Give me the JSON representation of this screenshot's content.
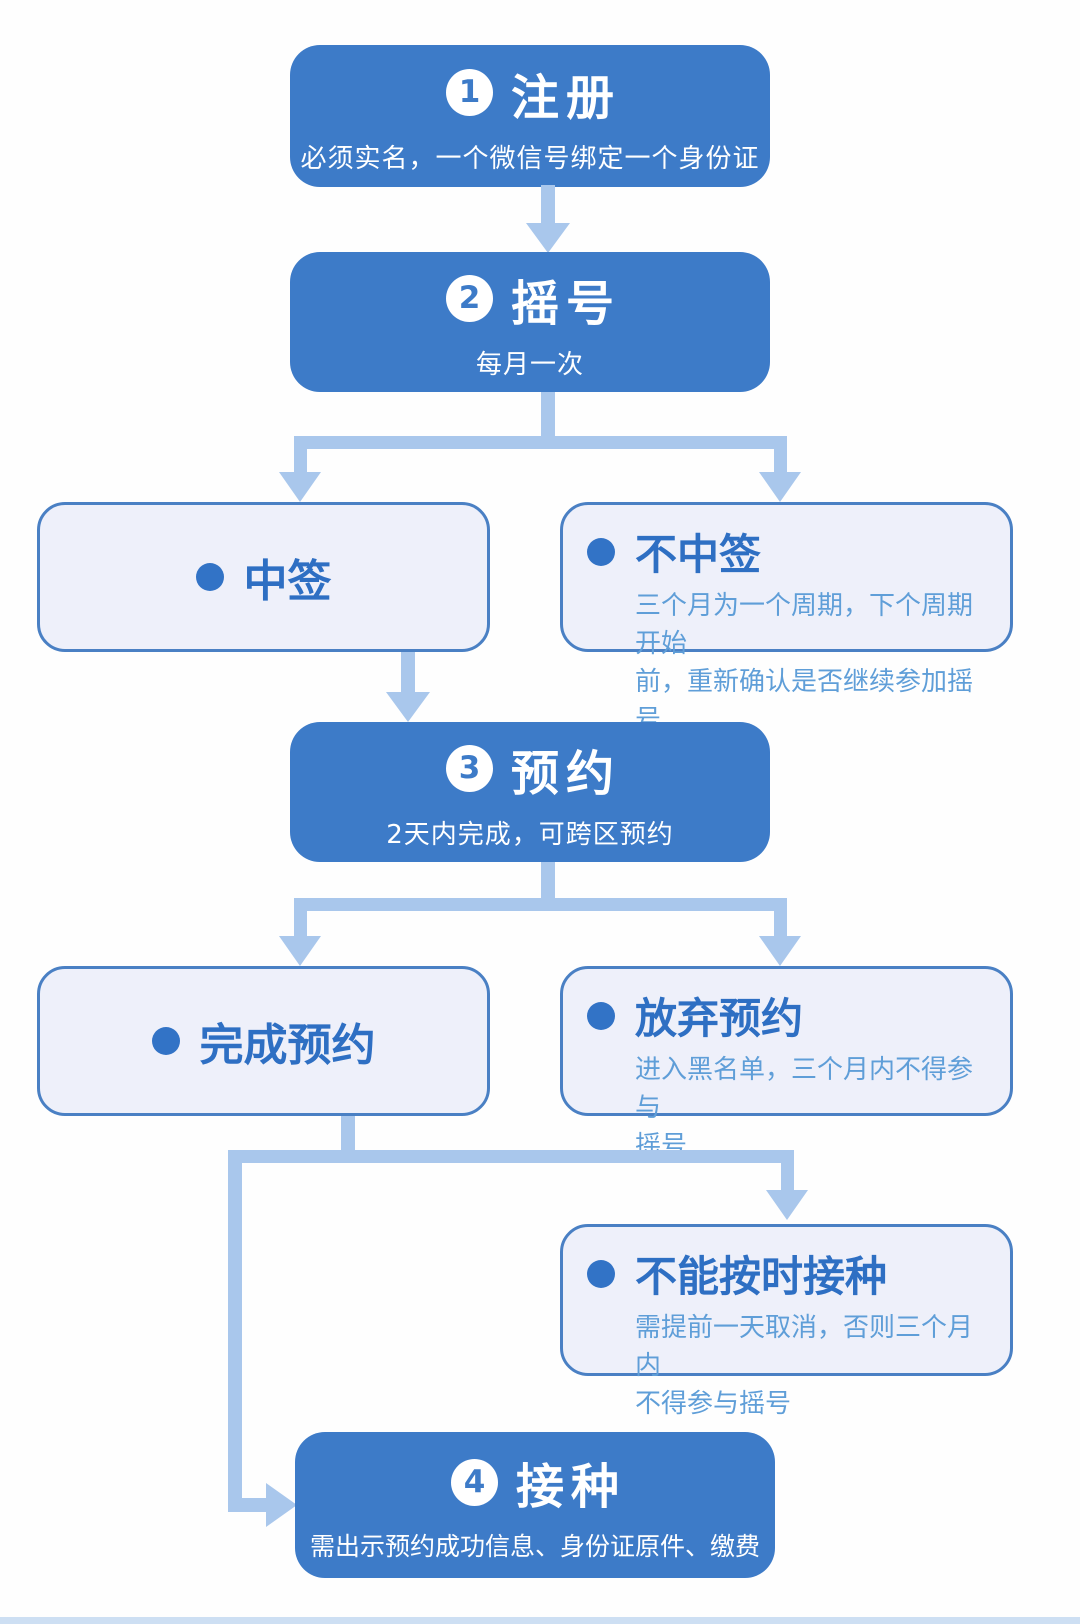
{
  "palette": {
    "step_blue": "#3d7bc8",
    "connector_blue": "#a9c7ec",
    "light_fill": "#eef0fa",
    "light_border": "#4a80c4",
    "title_blue": "#2e6fc3",
    "bullet_blue": "#3273c6",
    "body_blue": "#5f9ed8",
    "background": "#fefefe"
  },
  "steps": [
    {
      "number": "1",
      "title": "注册",
      "subtitle": "必须实名，一个微信号绑定一个身份证"
    },
    {
      "number": "2",
      "title": "摇号",
      "subtitle": "每月一次"
    },
    {
      "number": "3",
      "title": "预约",
      "subtitle": "2天内完成，可跨区预约"
    },
    {
      "number": "4",
      "title": "接种",
      "subtitle": "需出示预约成功信息、身份证原件、缴费"
    }
  ],
  "outcomes": {
    "win": {
      "title": "中签"
    },
    "lose": {
      "title": "不中签",
      "body_lines": [
        "三个月为一个周期，下个周期开始",
        "前，重新确认是否继续参加摇号"
      ]
    },
    "complete": {
      "title": "完成预约"
    },
    "abandon": {
      "title": "放弃预约",
      "body_lines": [
        "进入黑名单，三个月内不得参与",
        "摇号"
      ]
    },
    "miss": {
      "title": "不能按时接种",
      "body_lines": [
        "需提前一天取消，否则三个月内",
        "不得参与摇号"
      ]
    }
  }
}
